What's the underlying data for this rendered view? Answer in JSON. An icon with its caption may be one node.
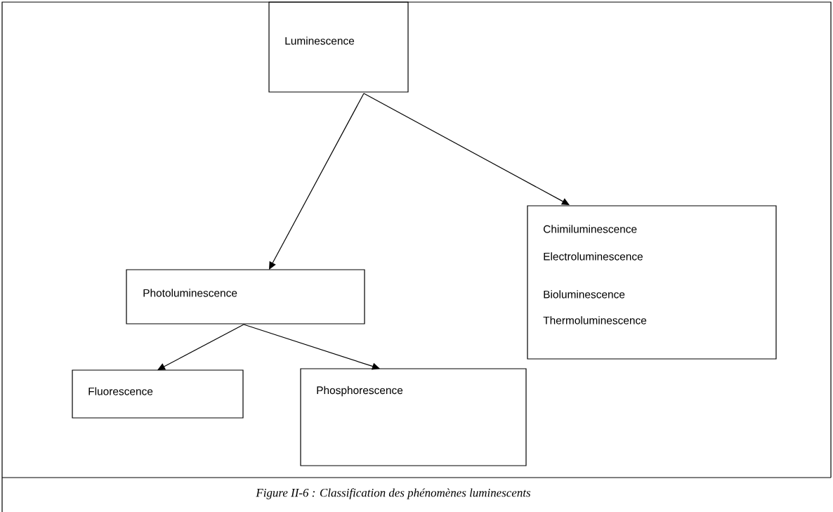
{
  "diagram": {
    "caption": "Figure II-6 : Classification des phénomènes luminescents",
    "nodes": [
      {
        "text": [
          "Luminescence"
        ]
      },
      {
        "text": [
          "Photoluminescence"
        ]
      },
      {
        "text": [
          "Chimiluminescence",
          "Electroluminescence",
          "Bioluminescence",
          "Thermoluminescence"
        ]
      },
      {
        "text": [
          "Fluorescence"
        ]
      },
      {
        "text": [
          "Phosphorescence"
        ]
      }
    ],
    "edges": [
      {
        "from": 0,
        "to": 1,
        "arrow": "to"
      },
      {
        "from": 0,
        "to": 2,
        "arrow": "to"
      },
      {
        "from": 1,
        "to": 3,
        "arrow": "to"
      },
      {
        "from": 1,
        "to": 4,
        "arrow": "to"
      }
    ]
  }
}
